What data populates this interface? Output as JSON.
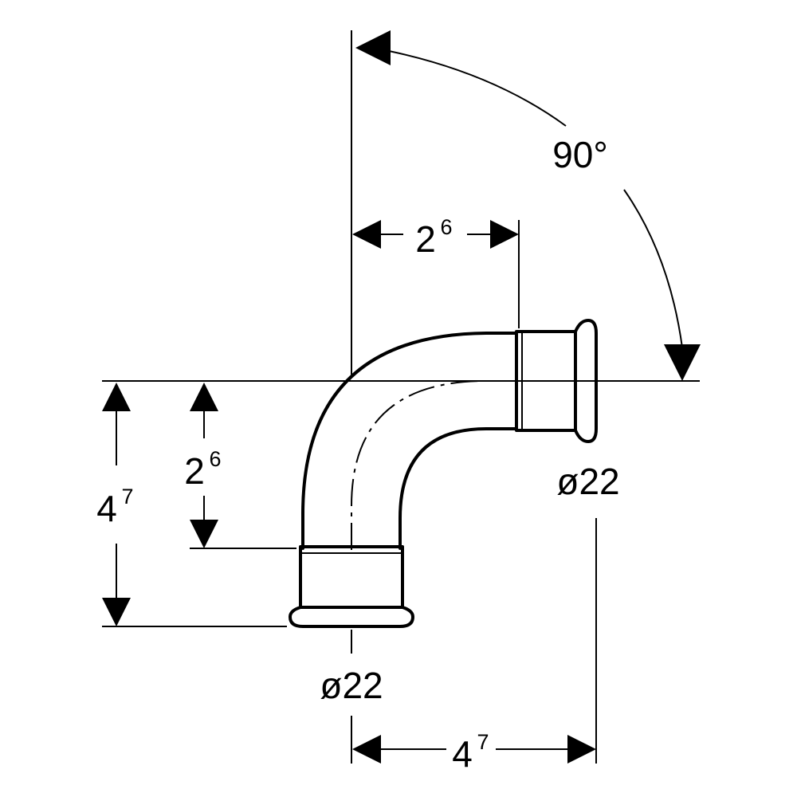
{
  "angle": {
    "value": "90°"
  },
  "horizontal_offset_top": {
    "base": "2",
    "sup": "6"
  },
  "vertical_offset_inner": {
    "base": "2",
    "sup": "6"
  },
  "vertical_total": {
    "base": "4",
    "sup": "7"
  },
  "horizontal_total": {
    "base": "4",
    "sup": "7"
  },
  "right_outlet": {
    "diameter": "ø22"
  },
  "bottom_outlet": {
    "diameter": "ø22"
  }
}
